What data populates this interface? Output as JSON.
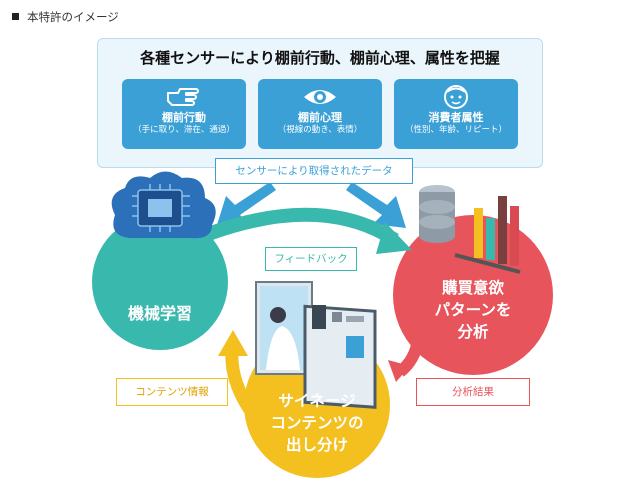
{
  "caption": "本特許のイメージ",
  "top_panel": {
    "title": "各種センサーにより棚前行動、棚前心理、属性を把握",
    "cards": [
      {
        "icon": "hand-pointing-icon",
        "title": "棚前行動",
        "subtitle": "（手に取り、滞在、通過）"
      },
      {
        "icon": "eye-icon",
        "title": "棚前心理",
        "subtitle": "（視線の動き、表情）"
      },
      {
        "icon": "face-icon",
        "title": "消費者属性",
        "subtitle": "（性別、年齢、リピート）"
      }
    ]
  },
  "sensor_label": "センサーにより取得されたデータ",
  "feedback_label": "フィードバック",
  "content_info_label": "コンテンツ情報",
  "analysis_result_label": "分析結果",
  "circles": {
    "ml": {
      "text": "機械学習",
      "color": "#39b8ad"
    },
    "analysis": {
      "lines": [
        "購買意欲",
        "パターンを",
        "分析"
      ],
      "color": "#e8545c"
    },
    "signage": {
      "lines": [
        "サイネージ",
        "コンテンツの",
        "出し分け"
      ],
      "color": "#f3c01f"
    }
  },
  "colors": {
    "arrow_blue": "#3aa0d6",
    "arrow_teal": "#39b8ad",
    "arrow_yellow": "#f3c01f",
    "arrow_red": "#e8545c"
  }
}
